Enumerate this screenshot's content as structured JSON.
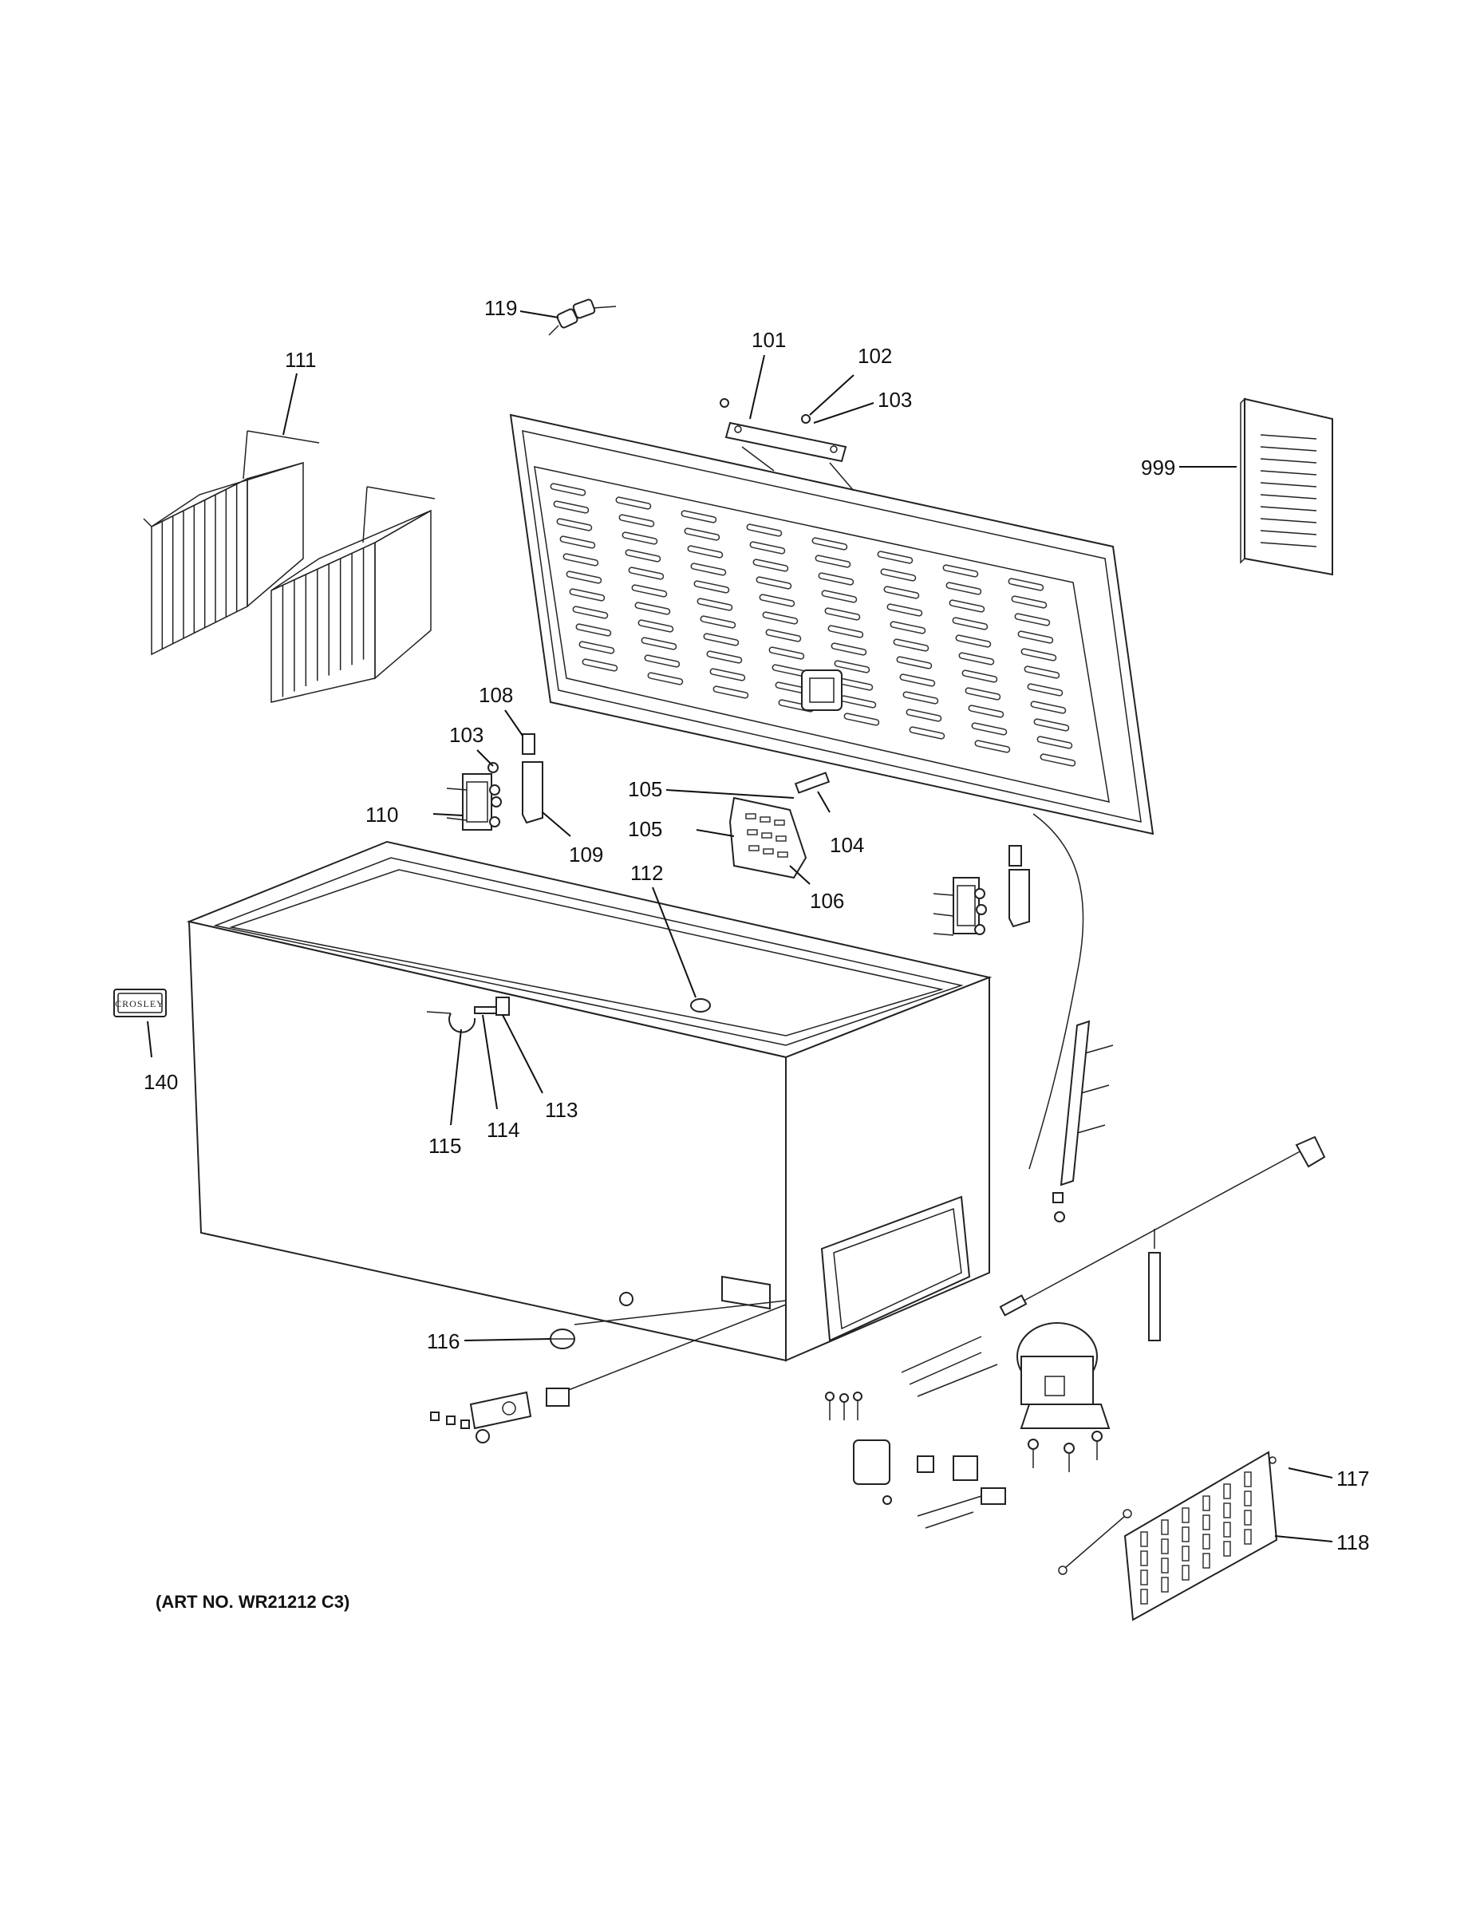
{
  "diagram": {
    "art_number": "(ART NO. WR21212 C3)",
    "brand_badge_text": "CROSLEY",
    "callouts": {
      "c119": "119",
      "c111": "111",
      "c101": "101",
      "c102": "102",
      "c103a": "103",
      "c999": "999",
      "c108": "108",
      "c103b": "103",
      "c110": "110",
      "c109": "109",
      "c105a": "105",
      "c105b": "105",
      "c104": "104",
      "c106": "106",
      "c112": "112",
      "c140": "140",
      "c113": "113",
      "c114": "114",
      "c115": "115",
      "c116": "116",
      "c117": "117",
      "c118": "118"
    }
  }
}
